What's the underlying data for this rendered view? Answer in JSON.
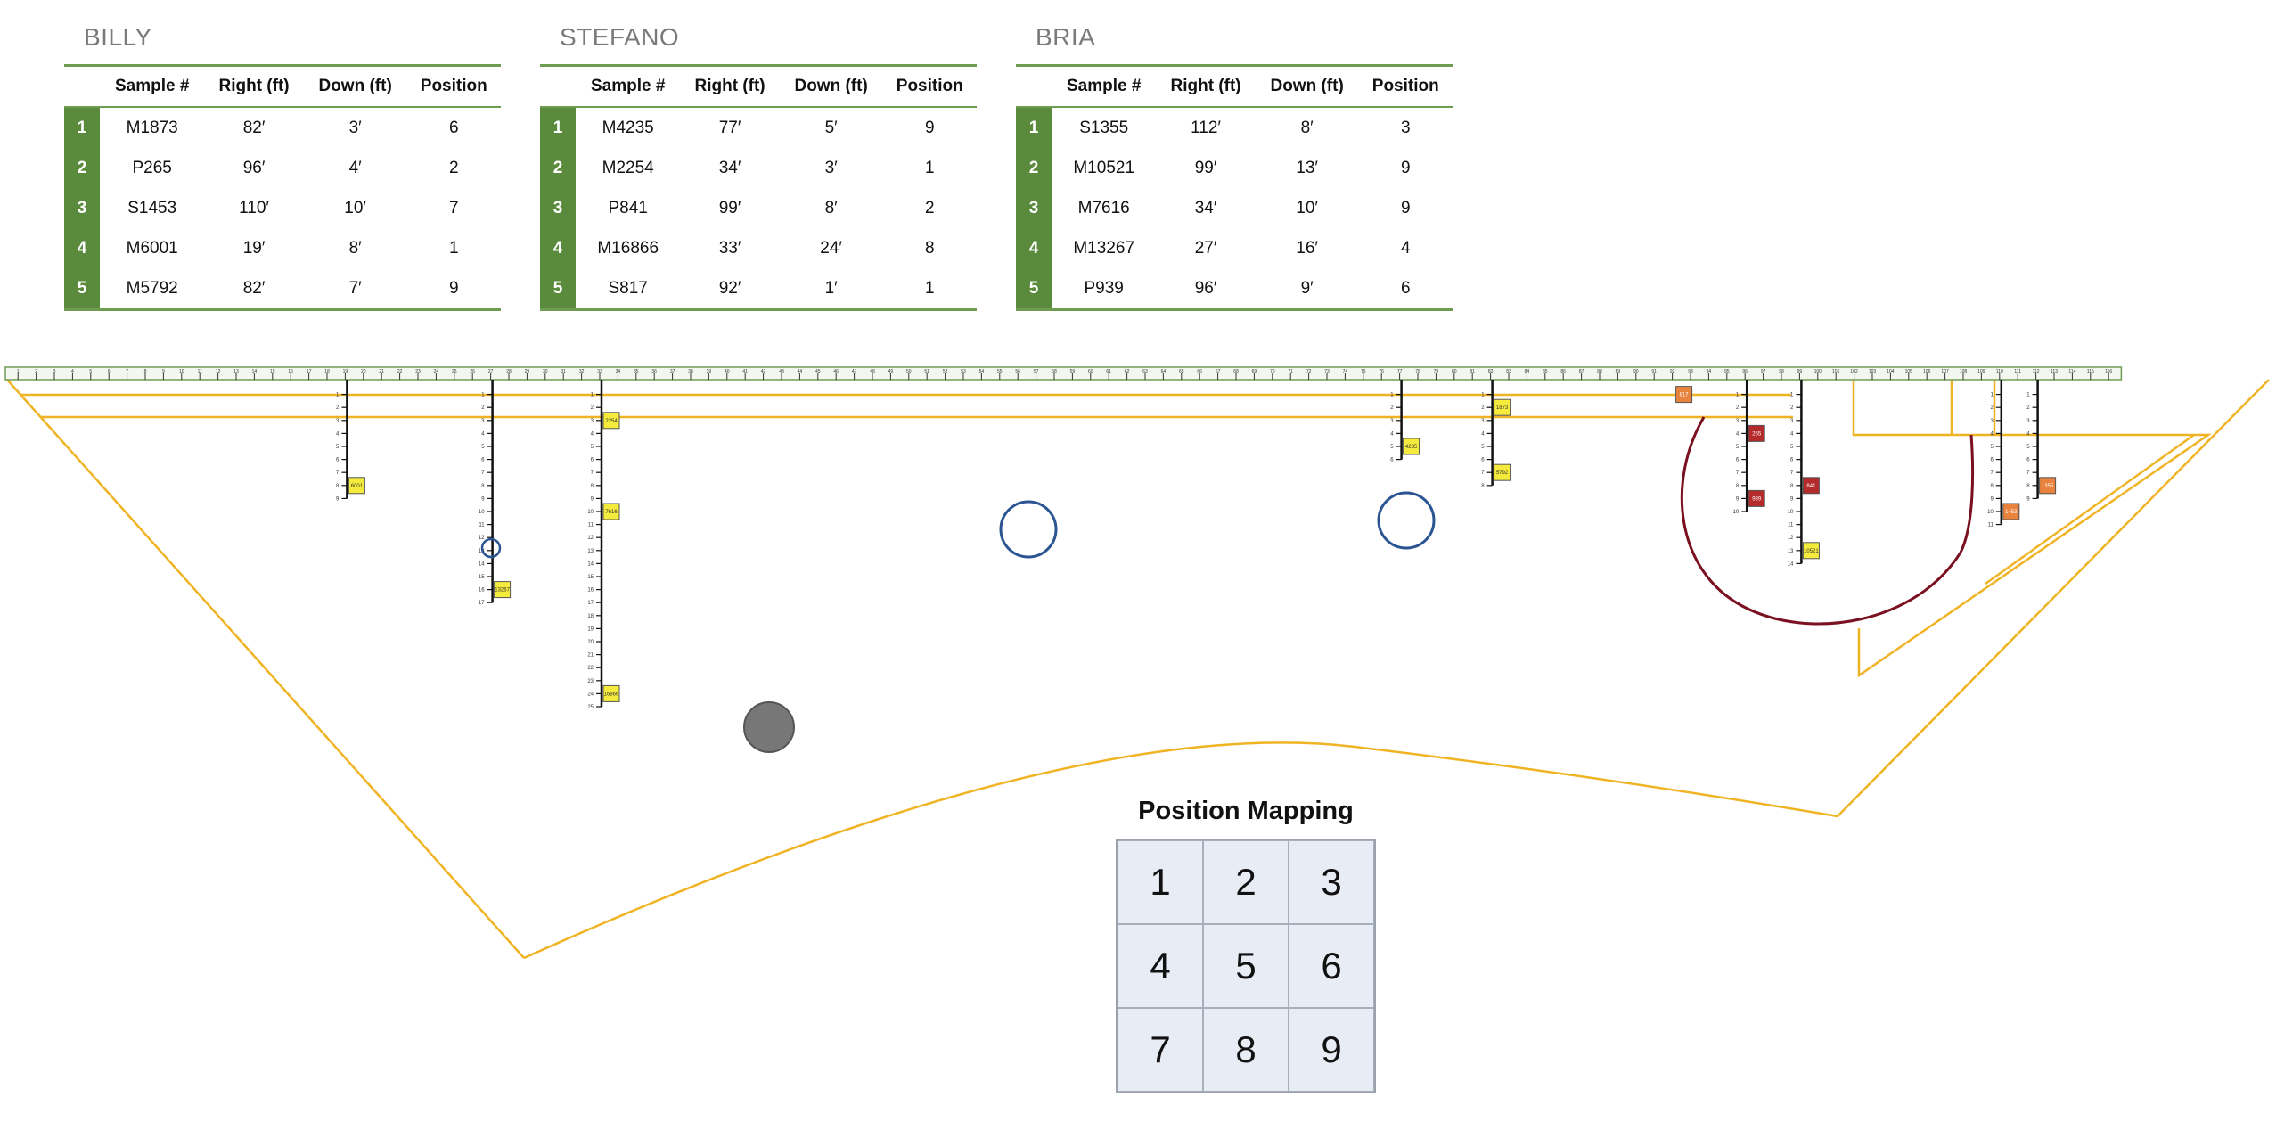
{
  "people": [
    {
      "name": "BILLY",
      "headers": [
        "",
        "Sample #",
        "Right (ft)",
        "Down (ft)",
        "Position"
      ],
      "rows": [
        [
          "1",
          "M1873",
          "82′",
          "3′",
          "6"
        ],
        [
          "2",
          "P265",
          "96′",
          "4′",
          "2"
        ],
        [
          "3",
          "S1453",
          "110′",
          "10′",
          "7"
        ],
        [
          "4",
          "M6001",
          "19′",
          "8′",
          "1"
        ],
        [
          "5",
          "M5792",
          "82′",
          "7′",
          "9"
        ]
      ]
    },
    {
      "name": "STEFANO",
      "headers": [
        "",
        "Sample #",
        "Right (ft)",
        "Down (ft)",
        "Position"
      ],
      "rows": [
        [
          "1",
          "M4235",
          "77′",
          "5′",
          "9"
        ],
        [
          "2",
          "M2254",
          "34′",
          "3′",
          "1"
        ],
        [
          "3",
          "P841",
          "99′",
          "8′",
          "2"
        ],
        [
          "4",
          "M16866",
          "33′",
          "24′",
          "8"
        ],
        [
          "5",
          "S817",
          "92′",
          "1′",
          "1"
        ]
      ]
    },
    {
      "name": "BRIA",
      "headers": [
        "",
        "Sample #",
        "Right (ft)",
        "Down (ft)",
        "Position"
      ],
      "rows": [
        [
          "1",
          "S1355",
          "112′",
          "8′",
          "3"
        ],
        [
          "2",
          "M10521",
          "99′",
          "13′",
          "9"
        ],
        [
          "3",
          "M7616",
          "34′",
          "10′",
          "9"
        ],
        [
          "4",
          "M13267",
          "27′",
          "16′",
          "4"
        ],
        [
          "5",
          "P939",
          "96′",
          "9′",
          "6"
        ]
      ]
    }
  ],
  "ruler": {
    "max": 116
  },
  "shafts": [
    {
      "ft": 19,
      "depth": 9
    },
    {
      "ft": 27,
      "depth": 17
    },
    {
      "ft": 33,
      "depth": 25
    },
    {
      "ft": 77,
      "depth": 6
    },
    {
      "ft": 82,
      "depth": 8
    },
    {
      "ft": 96,
      "depth": 10
    },
    {
      "ft": 99,
      "depth": 14
    },
    {
      "ft": 110,
      "depth": 11
    },
    {
      "ft": 112,
      "depth": 9
    }
  ],
  "markers": [
    {
      "ft": 19,
      "down": 8,
      "label": "6001",
      "color": "#f5eb3c",
      "text": "#333"
    },
    {
      "ft": 27,
      "down": 16,
      "label": "13267",
      "color": "#f5eb3c",
      "text": "#333"
    },
    {
      "ft": 33,
      "down": 3,
      "label": "2254",
      "color": "#f5eb3c",
      "text": "#333"
    },
    {
      "ft": 33,
      "down": 10,
      "label": "7616",
      "color": "#f5eb3c",
      "text": "#333"
    },
    {
      "ft": 33,
      "down": 24,
      "label": "16866",
      "color": "#f5eb3c",
      "text": "#333"
    },
    {
      "ft": 77,
      "down": 5,
      "label": "4235",
      "color": "#f5eb3c",
      "text": "#333"
    },
    {
      "ft": 82,
      "down": 2,
      "label": "1873",
      "color": "#f5eb3c",
      "text": "#333"
    },
    {
      "ft": 82,
      "down": 7,
      "label": "5792",
      "color": "#f5eb3c",
      "text": "#333"
    },
    {
      "ft": 92,
      "down": 1,
      "label": "817",
      "color": "#e8823c",
      "text": "#fff"
    },
    {
      "ft": 96,
      "down": 4,
      "label": "265",
      "color": "#b52a2a",
      "text": "#fff"
    },
    {
      "ft": 96,
      "down": 9,
      "label": "939",
      "color": "#b52a2a",
      "text": "#fff"
    },
    {
      "ft": 99,
      "down": 8,
      "label": "841",
      "color": "#b52a2a",
      "text": "#fff"
    },
    {
      "ft": 99,
      "down": 13,
      "label": "10521",
      "color": "#f5eb3c",
      "text": "#333"
    },
    {
      "ft": 110,
      "down": 10,
      "label": "1453",
      "color": "#e8823c",
      "text": "#fff"
    },
    {
      "ft": 112,
      "down": 8,
      "label": "1355",
      "color": "#e8823c",
      "text": "#fff"
    }
  ],
  "mapping": {
    "title": "Position Mapping",
    "cells": [
      "1",
      "2",
      "3",
      "4",
      "5",
      "6",
      "7",
      "8",
      "9"
    ]
  }
}
